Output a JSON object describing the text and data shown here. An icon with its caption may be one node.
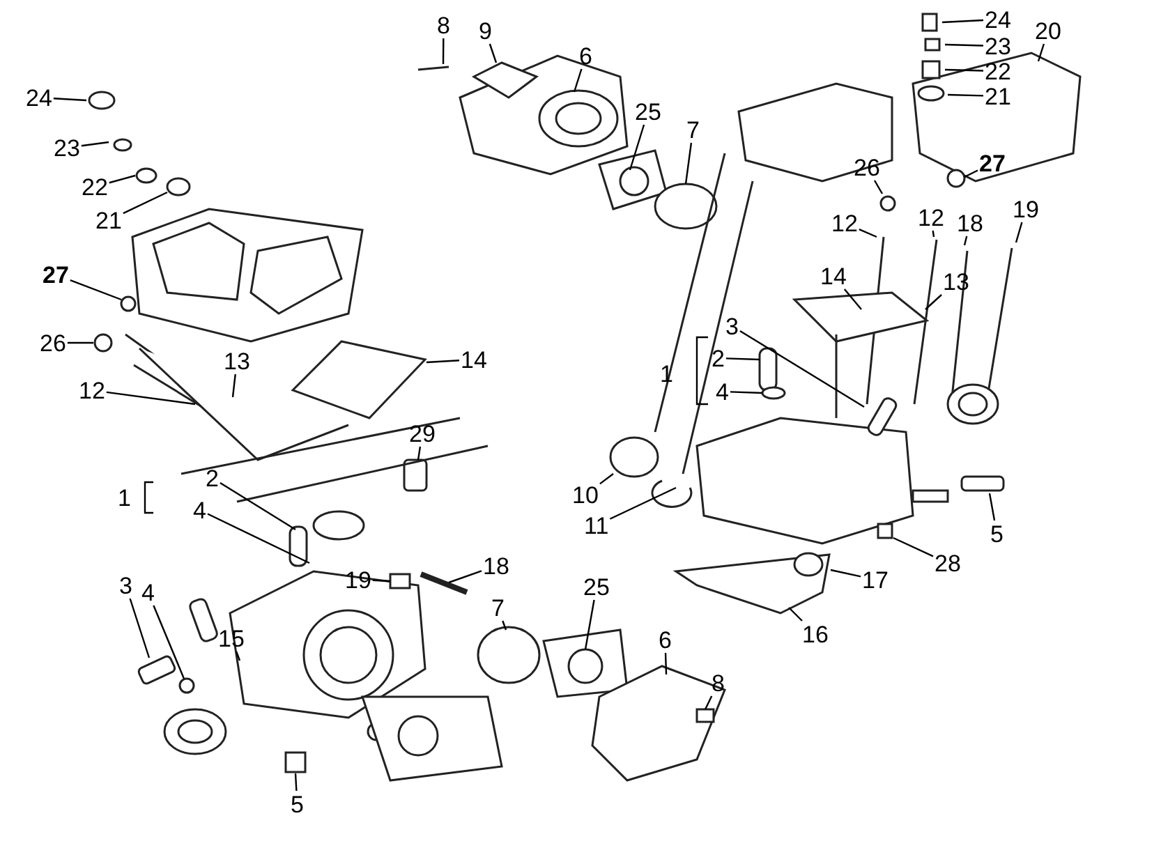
{
  "diagram": {
    "nodes": [
      {
        "text": [
          "8"
        ]
      },
      {
        "text": [
          "9"
        ]
      },
      {
        "text": [
          "6"
        ]
      },
      {
        "text": [
          "24"
        ]
      },
      {
        "text": [
          "20"
        ]
      },
      {
        "text": [
          "23"
        ]
      },
      {
        "text": [
          "22"
        ]
      },
      {
        "text": [
          "21"
        ]
      },
      {
        "text": [
          "24"
        ]
      },
      {
        "text": [
          "25"
        ]
      },
      {
        "text": [
          "7"
        ]
      },
      {
        "text": [
          "23"
        ]
      },
      {
        "text": [
          "22"
        ]
      },
      {
        "text": [
          "21"
        ]
      },
      {
        "text": [
          "26"
        ]
      },
      {
        "text": [
          "27"
        ]
      },
      {
        "text": [
          "12"
        ]
      },
      {
        "text": [
          "12"
        ]
      },
      {
        "text": [
          "18"
        ]
      },
      {
        "text": [
          "19"
        ]
      },
      {
        "text": [
          "27"
        ]
      },
      {
        "text": [
          "14"
        ]
      },
      {
        "text": [
          "13"
        ]
      },
      {
        "text": [
          "26"
        ]
      },
      {
        "text": [
          "3"
        ]
      },
      {
        "text": [
          "2"
        ]
      },
      {
        "text": [
          "1"
        ]
      },
      {
        "text": [
          "13"
        ]
      },
      {
        "text": [
          "14"
        ]
      },
      {
        "text": [
          "12"
        ]
      },
      {
        "text": [
          "4"
        ]
      },
      {
        "text": [
          "29"
        ]
      },
      {
        "text": [
          "2"
        ]
      },
      {
        "text": [
          "10"
        ]
      },
      {
        "text": [
          "11"
        ]
      },
      {
        "text": [
          "1"
        ]
      },
      {
        "text": [
          "4"
        ]
      },
      {
        "text": [
          "5"
        ]
      },
      {
        "text": [
          "17"
        ]
      },
      {
        "text": [
          "28"
        ]
      },
      {
        "text": [
          "18"
        ]
      },
      {
        "text": [
          "19"
        ]
      },
      {
        "text": [
          "16"
        ]
      },
      {
        "text": [
          "3"
        ]
      },
      {
        "text": [
          "4"
        ]
      },
      {
        "text": [
          "7"
        ]
      },
      {
        "text": [
          "25"
        ]
      },
      {
        "text": [
          "15"
        ]
      },
      {
        "text": [
          "6"
        ]
      },
      {
        "text": [
          "8"
        ]
      },
      {
        "text": [
          "5"
        ]
      }
    ],
    "edges": [
      {
        "from": 0,
        "to": null,
        "arrow": "none"
      },
      {
        "from": 1,
        "to": null,
        "arrow": "none"
      },
      {
        "from": 2,
        "to": null,
        "arrow": "none"
      },
      {
        "from": 3,
        "to": null,
        "arrow": "none"
      },
      {
        "from": 4,
        "to": null,
        "arrow": "none"
      },
      {
        "from": 5,
        "to": null,
        "arrow": "none"
      },
      {
        "from": 6,
        "to": null,
        "arrow": "none"
      },
      {
        "from": 7,
        "to": null,
        "arrow": "none"
      },
      {
        "from": 8,
        "to": null,
        "arrow": "none"
      },
      {
        "from": 9,
        "to": null,
        "arrow": "none"
      },
      {
        "from": 10,
        "to": null,
        "arrow": "none"
      },
      {
        "from": 11,
        "to": null,
        "arrow": "none"
      },
      {
        "from": 12,
        "to": null,
        "arrow": "none"
      },
      {
        "from": 13,
        "to": null,
        "arrow": "none"
      },
      {
        "from": 14,
        "to": null,
        "arrow": "none"
      },
      {
        "from": 15,
        "to": null,
        "arrow": "none"
      },
      {
        "from": 16,
        "to": null,
        "arrow": "none"
      },
      {
        "from": 17,
        "to": null,
        "arrow": "none"
      },
      {
        "from": 18,
        "to": null,
        "arrow": "none"
      },
      {
        "from": 19,
        "to": null,
        "arrow": "none"
      },
      {
        "from": 20,
        "to": null,
        "arrow": "none"
      },
      {
        "from": 21,
        "to": null,
        "arrow": "none"
      },
      {
        "from": 22,
        "to": null,
        "arrow": "none"
      },
      {
        "from": 23,
        "to": null,
        "arrow": "none"
      },
      {
        "from": 24,
        "to": null,
        "arrow": "none"
      },
      {
        "from": 25,
        "to": null,
        "arrow": "none"
      },
      {
        "from": 27,
        "to": null,
        "arrow": "none"
      },
      {
        "from": 28,
        "to": null,
        "arrow": "none"
      },
      {
        "from": 29,
        "to": null,
        "arrow": "none"
      },
      {
        "from": 30,
        "to": null,
        "arrow": "none"
      },
      {
        "from": 31,
        "to": null,
        "arrow": "none"
      },
      {
        "from": 32,
        "to": null,
        "arrow": "none"
      },
      {
        "from": 33,
        "to": null,
        "arrow": "none"
      },
      {
        "from": 34,
        "to": null,
        "arrow": "none"
      },
      {
        "from": 36,
        "to": null,
        "arrow": "none"
      },
      {
        "from": 37,
        "to": null,
        "arrow": "none"
      },
      {
        "from": 38,
        "to": null,
        "arrow": "none"
      },
      {
        "from": 39,
        "to": null,
        "arrow": "none"
      },
      {
        "from": 40,
        "to": null,
        "arrow": "none"
      },
      {
        "from": 41,
        "to": null,
        "arrow": "none"
      },
      {
        "from": 42,
        "to": null,
        "arrow": "none"
      },
      {
        "from": 43,
        "to": null,
        "arrow": "none"
      },
      {
        "from": 44,
        "to": null,
        "arrow": "none"
      },
      {
        "from": 45,
        "to": null,
        "arrow": "none"
      },
      {
        "from": 46,
        "to": null,
        "arrow": "none"
      },
      {
        "from": 47,
        "to": null,
        "arrow": "none"
      },
      {
        "from": 48,
        "to": null,
        "arrow": "none"
      },
      {
        "from": 49,
        "to": null,
        "arrow": "none"
      },
      {
        "from": 50,
        "to": null,
        "arrow": "none"
      }
    ]
  }
}
